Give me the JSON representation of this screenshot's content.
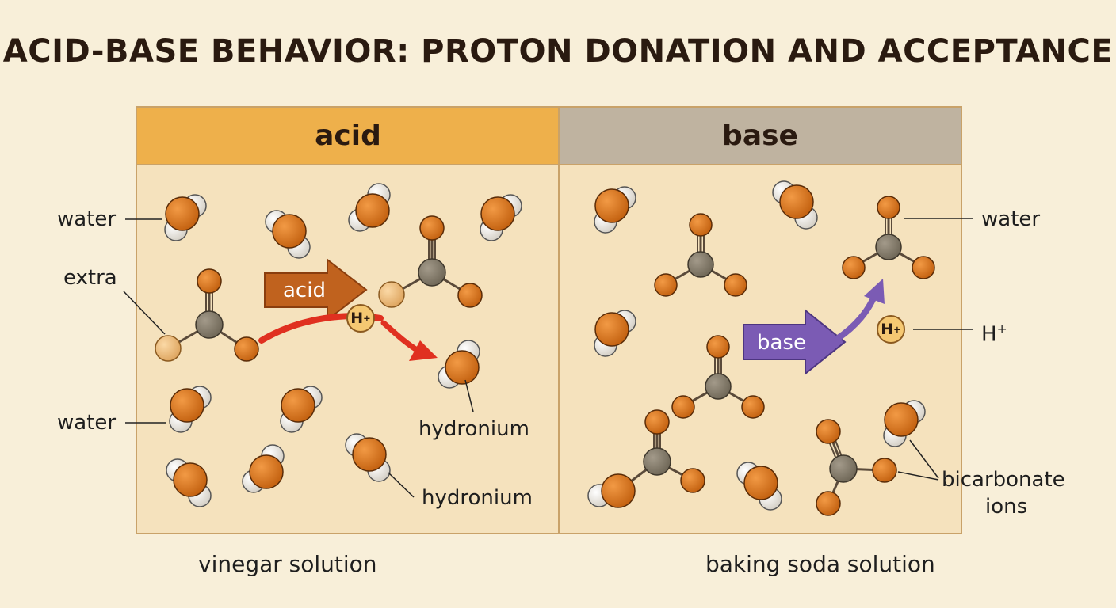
{
  "title": "ACID-BASE BEHAVIOR: PROTON DONATION AND ACCEPTANCE",
  "panels": {
    "acid": {
      "header": "acid",
      "arrow_label": "acid",
      "caption": "vinegar solution",
      "labels": {
        "water_top": "water",
        "extra": "extra",
        "water_bottom": "water",
        "hydronium_1": "hydronium",
        "hydronium_2": "hydronium"
      },
      "proton": "H",
      "proton_charge": "+"
    },
    "base": {
      "header": "base",
      "arrow_label": "base",
      "caption": "baking soda solution",
      "labels": {
        "water": "water",
        "proton": "H",
        "proton_charge": "+",
        "bicarbonate_line1": "bicarbonate",
        "bicarbonate_line2": "ions"
      },
      "proton": "H",
      "proton_charge": "+"
    }
  },
  "colors": {
    "acid_header": "#eeb04b",
    "base_header": "#bfb3a0",
    "panel_fill": "#f5e2bd",
    "oxygen_atom": "#d9731a",
    "hydrogen_atom": "#e6e2da",
    "carbon_atom": "#8a8070",
    "extra_hydrogen": "#f0c080",
    "acid_arrow": "#c0621e",
    "transfer_arrow": "#e03020",
    "base_arrow": "#7b5bb4"
  }
}
